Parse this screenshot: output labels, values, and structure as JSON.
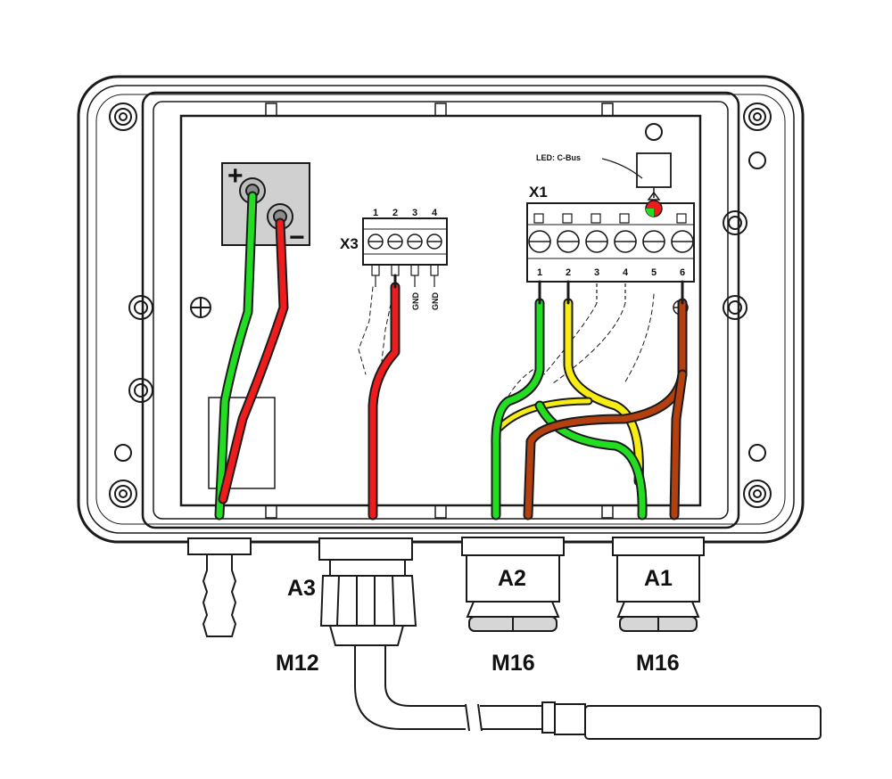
{
  "terminals": {
    "x1": {
      "name": "X1",
      "pins": [
        "1",
        "2",
        "3",
        "4",
        "5",
        "6"
      ]
    },
    "x3": {
      "name": "X3",
      "pins": [
        "1",
        "2",
        "3",
        "4"
      ],
      "pin_texts": [
        "GND",
        "GND"
      ]
    }
  },
  "led_label": "LED: C-Bus",
  "power": {
    "plus": "+",
    "minus": "−"
  },
  "glands": [
    {
      "id": "A3",
      "size": "M12"
    },
    {
      "id": "A2",
      "size": "M16"
    },
    {
      "id": "A1",
      "size": "M16"
    }
  ],
  "colors": {
    "green": "#22dd22",
    "red": "#ee1c1c",
    "yellow": "#f7ec14",
    "brown": "#b5400f",
    "outline": "#1a1a1a",
    "block_fill": "#d0d0d0"
  }
}
